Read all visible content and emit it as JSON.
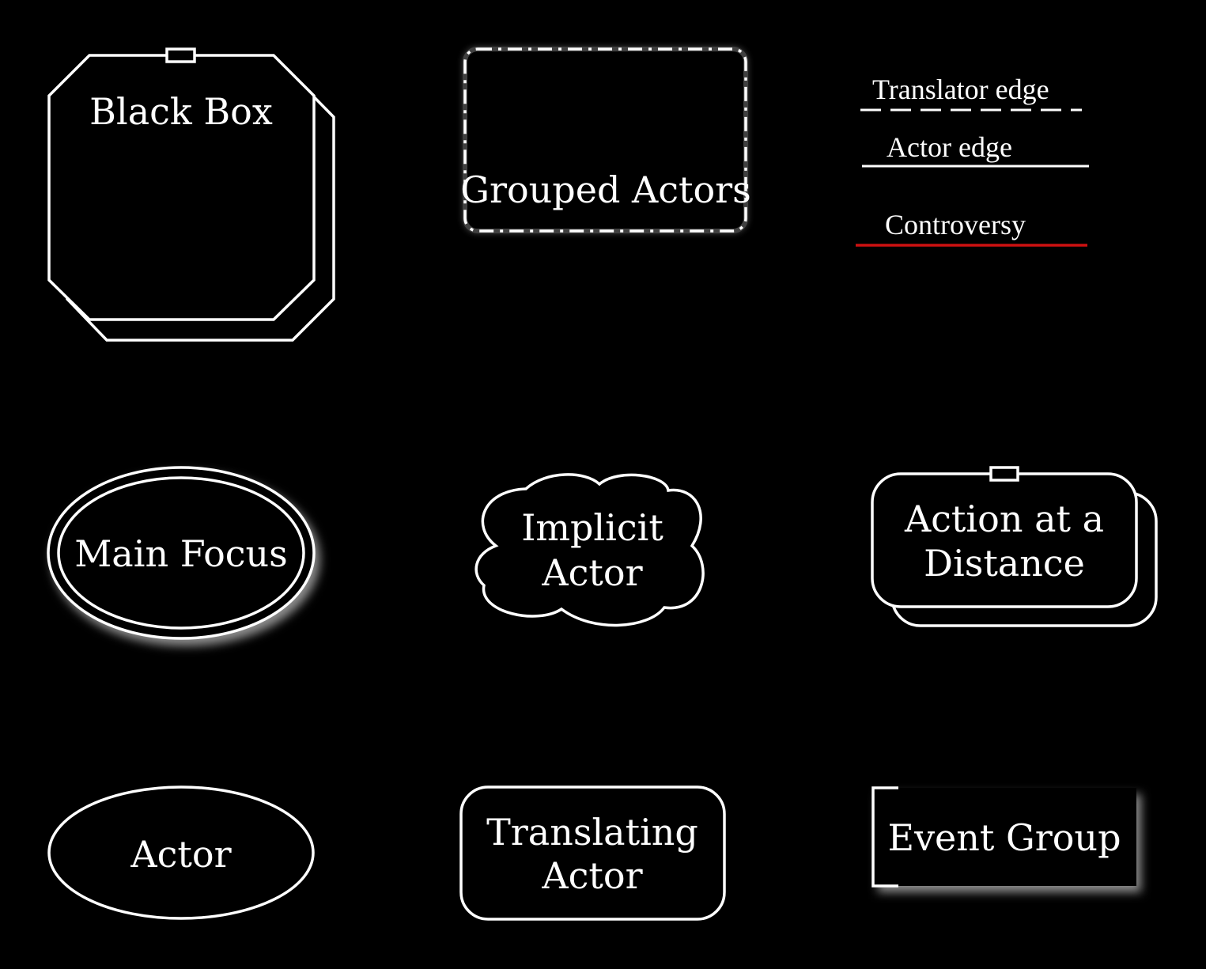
{
  "colors": {
    "background": "#000000",
    "stroke": "#ffffff",
    "controversy": "#cc1111"
  },
  "shapes": {
    "black_box": {
      "label": "Black Box"
    },
    "grouped_actors": {
      "label": "Grouped Actors"
    },
    "main_focus": {
      "label": "Main Focus"
    },
    "implicit_actor": {
      "label_line1": "Implicit",
      "label_line2": "Actor"
    },
    "action_at_distance": {
      "label_line1": "Action at a",
      "label_line2": "Distance"
    },
    "actor": {
      "label": "Actor"
    },
    "translating_actor": {
      "label_line1": "Translating",
      "label_line2": "Actor"
    },
    "event_group": {
      "label": "Event Group"
    }
  },
  "edges": {
    "translator": {
      "label": "Translator edge"
    },
    "actor": {
      "label": "Actor edge"
    },
    "controversy": {
      "label": "Controversy"
    }
  }
}
